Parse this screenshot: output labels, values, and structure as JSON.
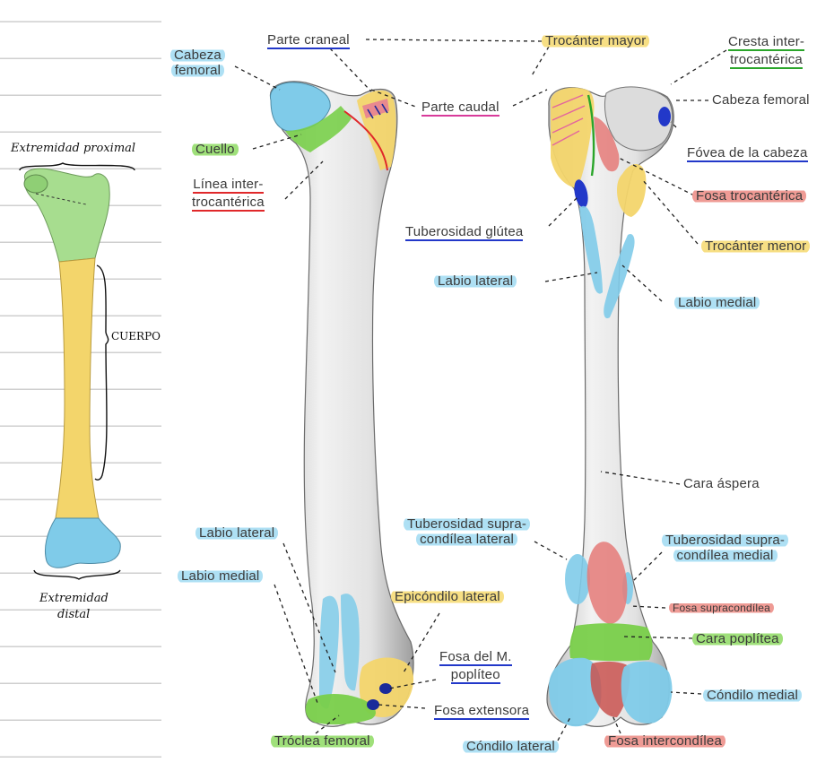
{
  "colors": {
    "yellow": "#f3d56b",
    "blue": "#7fcbe9",
    "green": "#79cf4a",
    "red": "#e57a78",
    "magenta": "#e04aa8",
    "navy": "#1a2a9a"
  },
  "handwritten": {
    "extremidad_proximal": "Extremidad proximal",
    "cuerpo": "CUERPO",
    "extremidad_distal_1": "Extremidad",
    "extremidad_distal_2": "distal"
  },
  "labels": {
    "cabeza_femoral_1": "Cabeza",
    "cabeza_femoral_2": "femoral",
    "parte_craneal": "Parte craneal",
    "trocanter_mayor": "Trocánter mayor",
    "cresta_intertrocanterica_1": "Cresta inter-",
    "cresta_intertrocanterica_2": "trocantérica",
    "parte_caudal": "Parte caudal",
    "cabeza_femoral_right": "Cabeza femoral",
    "cuello": "Cuello",
    "fovea_cabeza": "Fóvea de la cabeza",
    "linea_intertrocanterica_1": "Línea inter-",
    "linea_intertrocanterica_2": "trocantérica",
    "fosa_trocanterica": "Fosa trocantérica",
    "tuberosidad_glutea": "Tuberosidad glútea",
    "trocanter_menor": "Trocánter menor",
    "labio_lateral_top": "Labio lateral",
    "labio_medial_top": "Labio medial",
    "cara_aspera": "Cara áspera",
    "tub_supracondilea_lateral_1": "Tuberosidad supra-",
    "tub_supracondilea_lateral_2": "condílea lateral",
    "tub_supracondilea_medial_1": "Tuberosidad supra-",
    "tub_supracondilea_medial_2": "condílea medial",
    "labio_lateral_bottom": "Labio lateral",
    "labio_medial_bottom": "Labio medial",
    "epicondilo_lateral": "Epicóndilo lateral",
    "fosa_supracondilea": "Fosa supracondílea",
    "cara_poplitea": "Cara poplítea",
    "fosa_popliteo_1": "Fosa del M.",
    "fosa_popliteo_2": "poplíteo",
    "condilo_medial": "Cóndilo medial",
    "fosa_extensora": "Fosa extensora",
    "troclea_femoral": "Tróclea femoral",
    "condilo_lateral": "Cóndilo lateral",
    "fosa_intercondilea": "Fosa intercondílea"
  }
}
